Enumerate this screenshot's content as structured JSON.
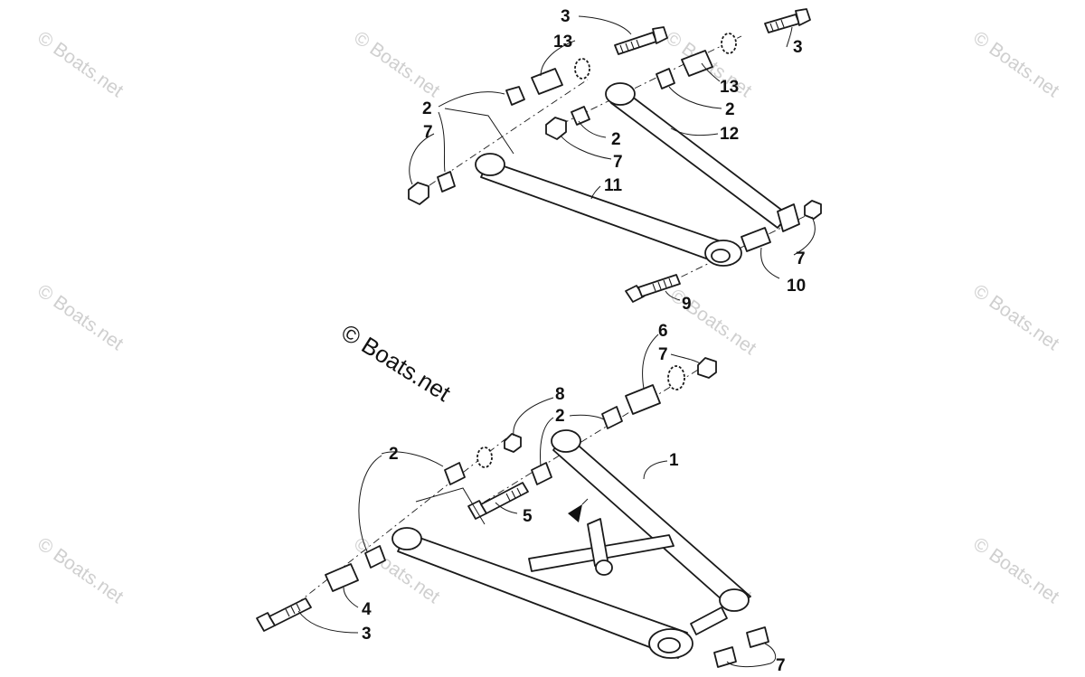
{
  "watermark": "© Boats.net",
  "copyright_text": "© Boats.net",
  "callouts": [
    {
      "id": "c1",
      "text": "1"
    },
    {
      "id": "c2a",
      "text": "2"
    },
    {
      "id": "c2b",
      "text": "2"
    },
    {
      "id": "c2c",
      "text": "2"
    },
    {
      "id": "c2d",
      "text": "2"
    },
    {
      "id": "c2e",
      "text": "2"
    },
    {
      "id": "c3a",
      "text": "3"
    },
    {
      "id": "c3b",
      "text": "3"
    },
    {
      "id": "c3c",
      "text": "3"
    },
    {
      "id": "c4",
      "text": "4"
    },
    {
      "id": "c5",
      "text": "5"
    },
    {
      "id": "c6",
      "text": "6"
    },
    {
      "id": "c7a",
      "text": "7"
    },
    {
      "id": "c7b",
      "text": "7"
    },
    {
      "id": "c7c",
      "text": "7"
    },
    {
      "id": "c7d",
      "text": "7"
    },
    {
      "id": "c7e",
      "text": "7"
    },
    {
      "id": "c8",
      "text": "8"
    },
    {
      "id": "c9",
      "text": "9"
    },
    {
      "id": "c10",
      "text": "10"
    },
    {
      "id": "c11",
      "text": "11"
    },
    {
      "id": "c12",
      "text": "12"
    },
    {
      "id": "c13a",
      "text": "13"
    },
    {
      "id": "c13b",
      "text": "13"
    }
  ]
}
